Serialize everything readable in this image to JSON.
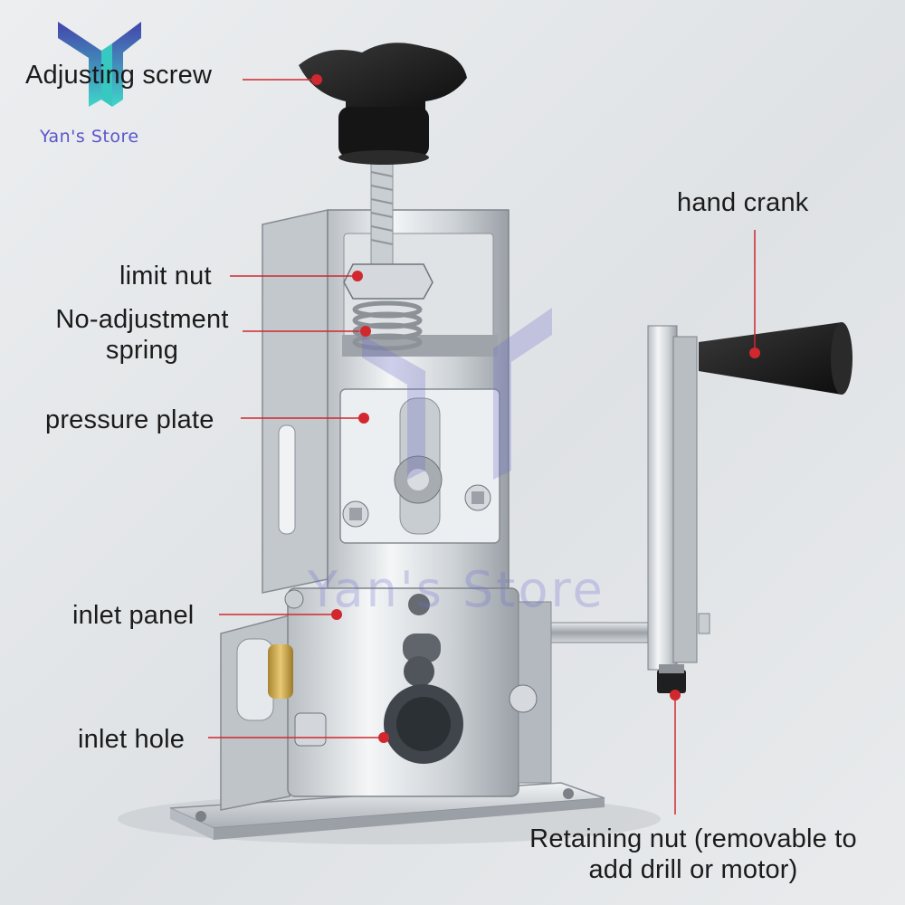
{
  "brand": {
    "logo_icon": "yans-store-logo-icon",
    "name": "Yan's Store",
    "watermark_text": "Yan's Store",
    "accent_color": "#5a56c9",
    "logo_gradient": [
      "#3c3aa8",
      "#38d6c8"
    ]
  },
  "labels": {
    "adjusting_screw": "Adjusting screw",
    "limit_nut": "limit nut",
    "spring_line1": "No-adjustment",
    "spring_line2": "spring",
    "pressure_plate": "pressure plate",
    "inlet_panel": "inlet panel",
    "inlet_hole": "inlet hole",
    "hand_crank": "hand crank",
    "retaining_line1": "Retaining nut (removable to",
    "retaining_line2": "add drill or motor)"
  },
  "colors": {
    "leader_line": "#d0282e",
    "label_text": "#1b1b1b",
    "metal_light": "#e4e7ea",
    "metal_dark": "#8d9399",
    "knob": "#1c1c1c"
  }
}
